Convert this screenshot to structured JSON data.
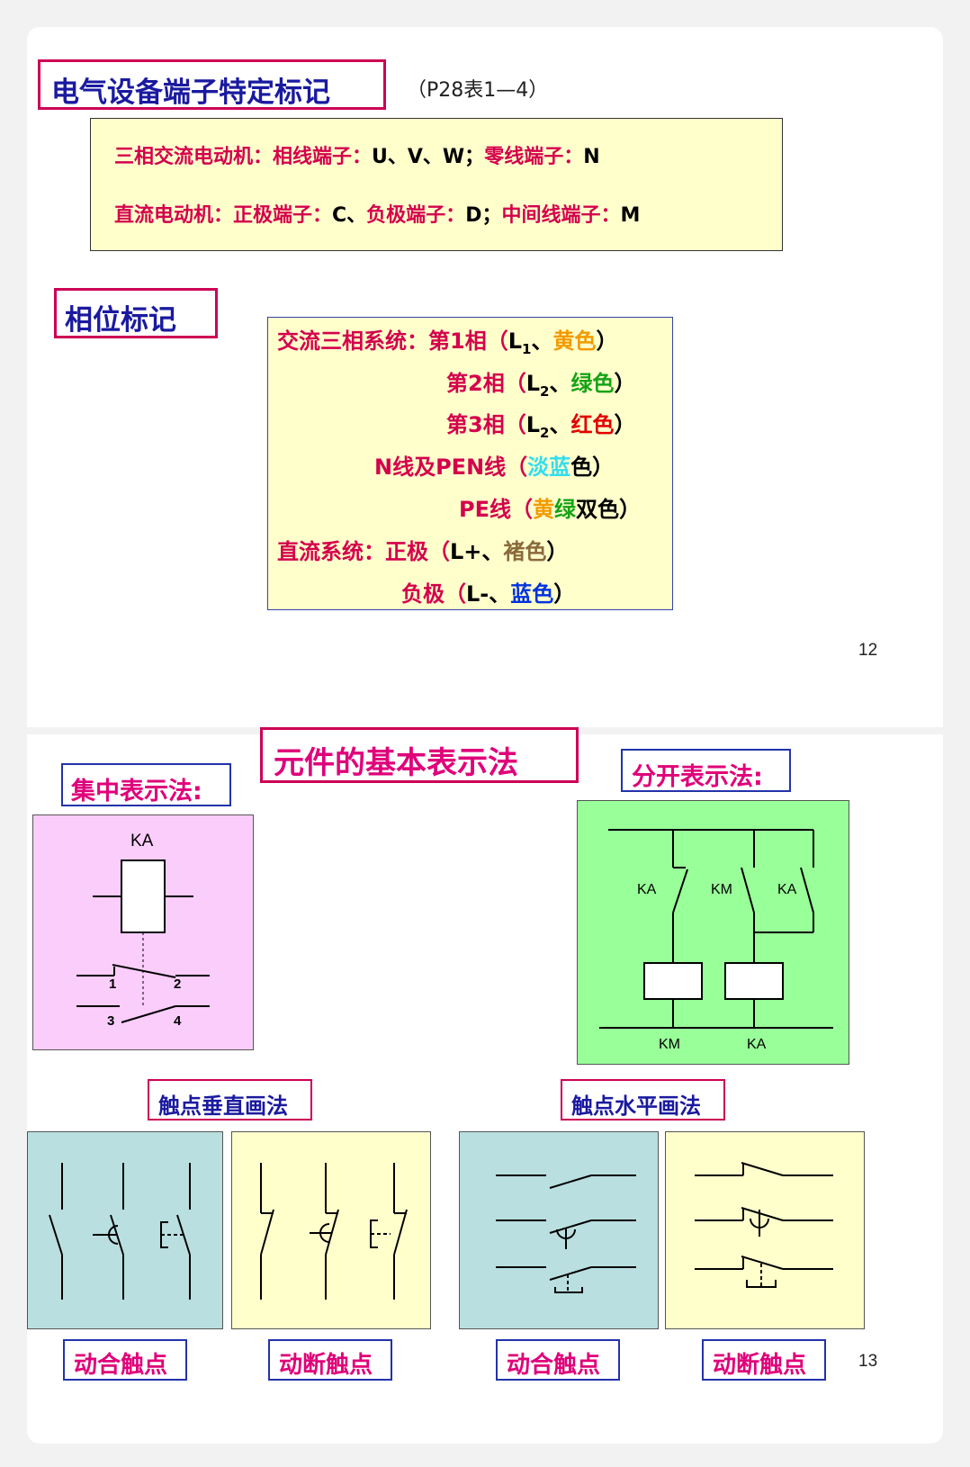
{
  "slide12": {
    "title": "电气设备端子特定标记",
    "ref": "（P28表1—4）",
    "motor_ac": {
      "label": "三相交流电动机：相线端子：",
      "value1": "U、V、W；",
      "label2": "零线端子：",
      "value2": "N"
    },
    "motor_dc": {
      "label": "直流电动机：正极端子：",
      "value1": "C、",
      "label2": "负极端子：",
      "value2": "D；",
      "label3": "中间线端子：",
      "value3": "M"
    },
    "phase_title": "相位标记",
    "phase": {
      "r1_a": "交流三相系统：第1相（",
      "r1_b": "L",
      "r1_sub": "1",
      "r1_c": "、",
      "r1_color": "黄色",
      "r1_d": "）",
      "r2_a": "第2相（",
      "r2_b": "L",
      "r2_sub": "2",
      "r2_c": "、",
      "r2_color": "绿色",
      "r2_d": "）",
      "r3_a": "第3相（",
      "r3_b": "L",
      "r3_sub": "2",
      "r3_c": "、",
      "r3_color": "红色",
      "r3_d": "）",
      "r4_a": "N线及PEN线（",
      "r4_color1": "淡蓝",
      "r4_color2": "色",
      "r4_d": "）",
      "r5_a": "PE线（",
      "r5_c1": "黄",
      "r5_c2": "绿",
      "r5_c3": "双色",
      "r5_d": "）",
      "r6_a": "直流系统：正极（",
      "r6_b": "L+、",
      "r6_color": "褚色",
      "r6_d": "）",
      "r7_a": "负极（",
      "r7_b": "L-、",
      "r7_color": "蓝色",
      "r7_d": "）"
    },
    "page_number": "12"
  },
  "slide13": {
    "title": "元件的基本表示法",
    "concentrated": "集中表示法:",
    "separated": "分开表示法:",
    "coil_label": "KA",
    "contact_nums": [
      "1",
      "2",
      "3",
      "4"
    ],
    "sep_labels": {
      "ka1": "KA",
      "km1": "KM",
      "ka2": "KA",
      "km_coil": "KM",
      "ka_coil": "KA"
    },
    "vertical_method": "触点垂直画法",
    "horizontal_method": "触点水平画法",
    "bottom_labels": [
      "动合触点",
      "动断触点",
      "动合触点",
      "动断触点"
    ],
    "page_number": "13"
  },
  "colors": {
    "yellow_box": "#ffffcc",
    "pink_box": "#fbcdfb",
    "green_box": "#99ff99",
    "teal_box": "#b9dfe0",
    "title_pink": "#e0007a",
    "border_pink": "#cc0055",
    "border_blue": "#2233aa"
  }
}
